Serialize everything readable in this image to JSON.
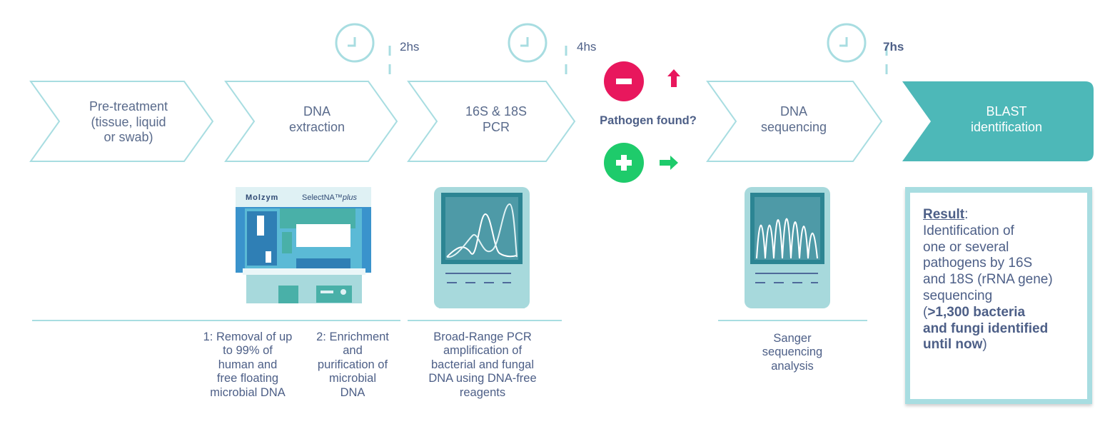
{
  "steps": [
    {
      "label": "Pre-treatment\n(tissue, liquid\nor swab)"
    },
    {
      "label": "DNA\nextraction"
    },
    {
      "label": "16S & 18S\nPCR"
    },
    {
      "label": "DNA\nsequencing"
    },
    {
      "label": "BLAST\nidentification"
    }
  ],
  "timers": [
    {
      "label": "2hs"
    },
    {
      "label": "4hs"
    },
    {
      "label": "7hs"
    }
  ],
  "decision": {
    "question": "Pathogen found?",
    "negative_symbol": "−",
    "positive_symbol": "+",
    "negative_color": "#e8175d",
    "positive_color": "#1ecb6b"
  },
  "device": {
    "brand": "Molzym",
    "product": "SelectNA™",
    "product_suffix": "plus"
  },
  "descriptions": {
    "removal": "1: Removal of up\nto 99% of\nhuman and\nfree floating\nmicrobial DNA",
    "enrichment": "2: Enrichment\nand\npurification of\nmicrobial\nDNA",
    "pcr": "Broad-Range PCR\namplification of\nbacterial and fungal\nDNA using DNA-free\nreagents",
    "sanger": "Sanger\nsequencing\nanalysis"
  },
  "result": {
    "heading": "Result",
    "heading_suffix": ":",
    "body": "Identification  of\none or several\npathogens by 16S\nand 18S (rRNA gene)\nsequencing\n(",
    "highlight": ">1,300 bacteria\nand fungi identified\nuntil now",
    "closing": ")"
  },
  "colors": {
    "outline": "#a8dde1",
    "teal": "#4db8b8",
    "text": "#4d5f87"
  }
}
